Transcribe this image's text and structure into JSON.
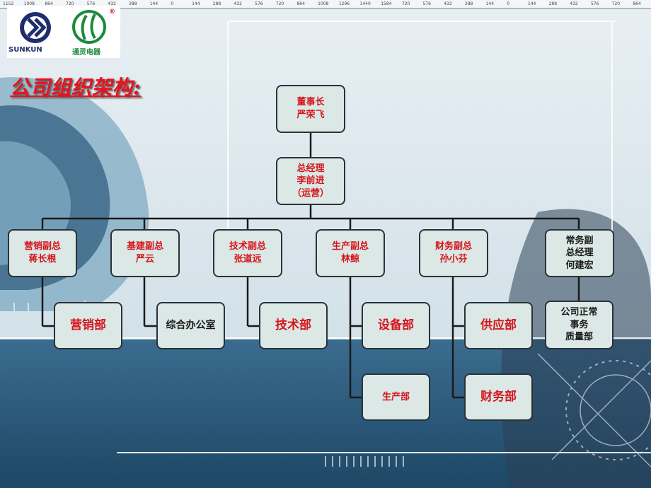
{
  "logo": {
    "brand_left": "SUNKUN",
    "brand_right": "通灵电器",
    "registered": "®"
  },
  "title": "公司组织架构:",
  "org": {
    "chairman": "董事长\n严荣飞",
    "general_manager": "总经理\n李前进\n（运营）",
    "vps": [
      "营销副总\n蒋长根",
      "基建副总\n严云",
      "技术副总\n张道远",
      "生产副总\n林鲸",
      "财务副总\n孙小芬",
      "常务副\n总经理\n何建宏"
    ],
    "departments": {
      "marketing": "营销部",
      "office": "综合办公室",
      "technology": "技术部",
      "equipment": "设备部",
      "production": "生产部",
      "supply": "供应部",
      "finance": "财务部",
      "quality": "公司正常\n事务\n质量部"
    }
  },
  "ruler": {
    "ticks": [
      "1152",
      "1008",
      "864",
      "720",
      "576",
      "432",
      "288",
      "144",
      "0",
      "144",
      "288",
      "432",
      "576",
      "720",
      "864",
      "1008",
      "1296",
      "1440",
      "1584",
      "720",
      "576",
      "432",
      "288",
      "144",
      "0",
      "144",
      "288",
      "432",
      "576",
      "720",
      "864"
    ]
  },
  "colors": {
    "node_fill": "#dbe8e5",
    "node_border": "#2a3239",
    "title_red": "#e8121c",
    "label_red": "#d5161e",
    "background_dark": "#2c5a7c"
  }
}
